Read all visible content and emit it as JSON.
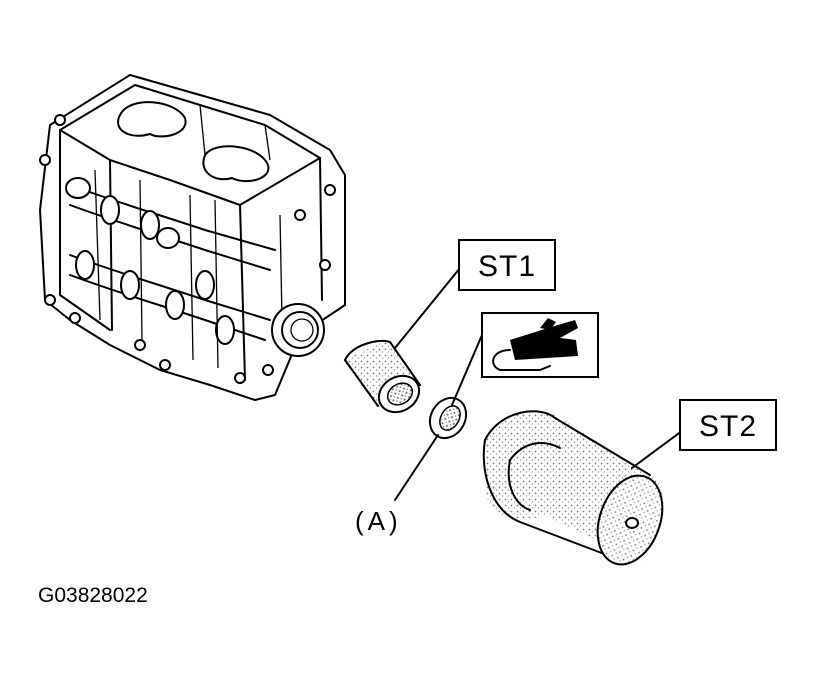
{
  "labels": {
    "st1": "ST1",
    "st2": "ST2",
    "part_a": "(A)"
  },
  "figure_id": "G03828022",
  "icons": {
    "grease_applicator": "grease-gun-icon"
  },
  "colors": {
    "ink": "#000000",
    "paper": "#ffffff",
    "stipple": "#9a9a9a"
  }
}
